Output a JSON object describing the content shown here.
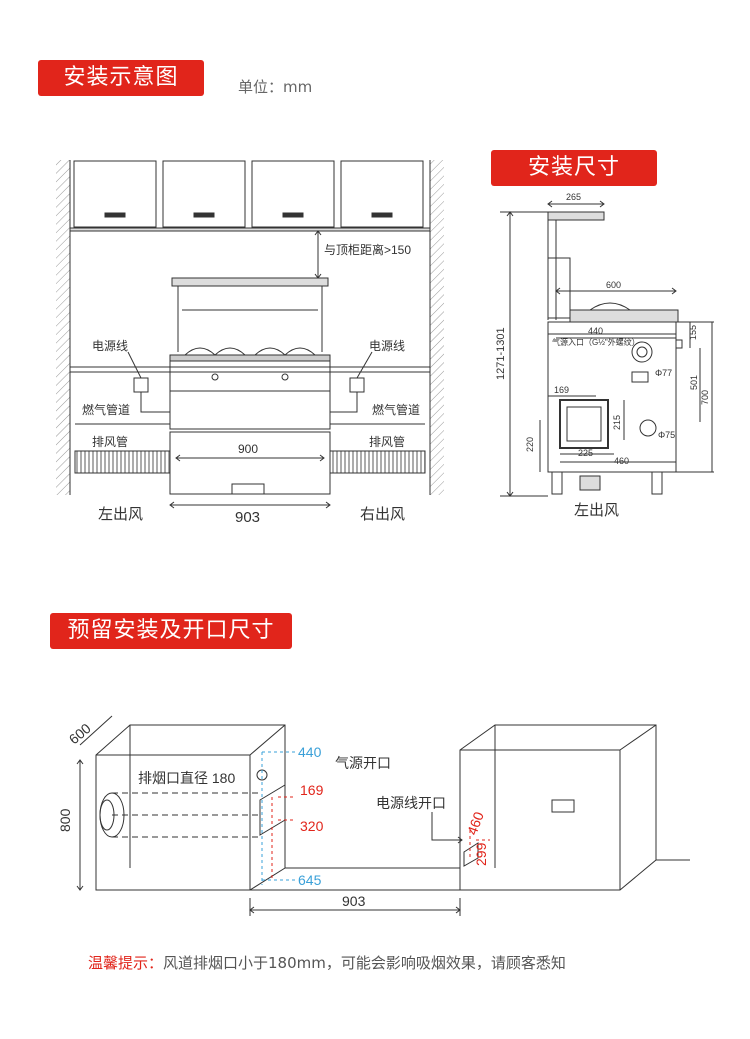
{
  "section1": {
    "title": "安装示意图",
    "unit": "单位：mm"
  },
  "section2": {
    "title": "安装尺寸"
  },
  "section3": {
    "title": "预留安装及开口尺寸"
  },
  "front": {
    "clearance": "与顶柜距离>150",
    "power_left": "电源线",
    "power_right": "电源线",
    "gas_left": "燃气管道",
    "gas_right": "燃气管道",
    "exhaust": "排风管",
    "exhaust_right": "排风管",
    "width_inner": "900",
    "width": "903",
    "left_outlet": "左出风",
    "right_outlet": "右出风"
  },
  "side": {
    "top_depth": "265",
    "depth_600": "600",
    "depth_440": "440",
    "gas_inlet": "气源入口（G½\"外螺纹）",
    "height_range": "1271-1301",
    "d155": "155",
    "d501": "501",
    "d700": "700",
    "d169": "169",
    "d215": "215",
    "d220": "220",
    "d225": "225",
    "d460": "460",
    "phi77": "Φ77",
    "phi75": "Φ75",
    "outlet": "左出风"
  },
  "reserve": {
    "d600": "600",
    "d800": "800",
    "exhaust_diam": "排烟口直径 180",
    "d440": "440",
    "gas_opening": "气源开口",
    "d169": "169",
    "d320": "320",
    "d645": "645",
    "power_opening": "电源线开口",
    "d460": "460",
    "d299": "299",
    "d903": "903"
  },
  "tip": {
    "label": "温馨提示：",
    "text": "风道排烟口小于180mm，可能会影响吸烟效果，请顾客悉知"
  },
  "colors": {
    "accent": "#e1251b",
    "blue": "#3aa0d8",
    "line": "#333333"
  }
}
